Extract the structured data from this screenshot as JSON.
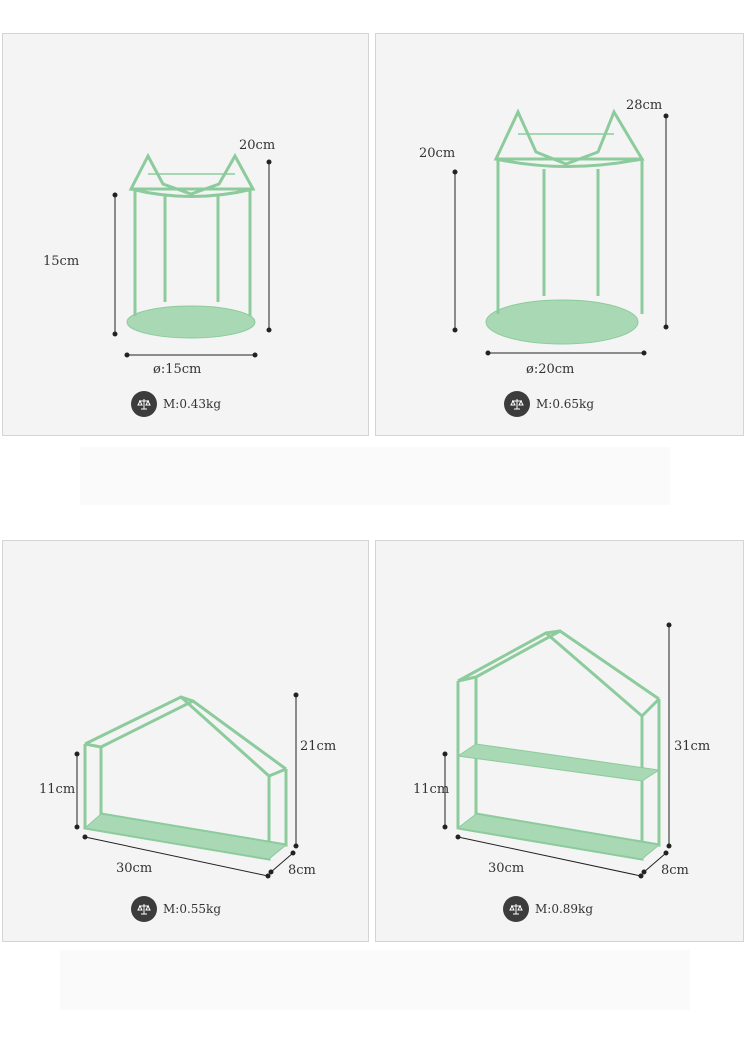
{
  "products": [
    {
      "height": "15cm",
      "total_height": "20cm",
      "diameter": "ø:15cm",
      "weight": "M:0.43kg"
    },
    {
      "height": "20cm",
      "total_height": "28cm",
      "diameter": "ø:20cm",
      "weight": "M:0.65kg"
    },
    {
      "height": "11cm",
      "total_height": "21cm",
      "width": "30cm",
      "depth": "8cm",
      "weight": "M:0.55kg"
    },
    {
      "height": "11cm",
      "total_height": "31cm",
      "width": "30cm",
      "depth": "8cm",
      "weight": "M:0.89kg"
    }
  ],
  "colors": {
    "product": "#a8d9b4",
    "product_stroke": "#8ccb9c",
    "panel": "#f4f4f4",
    "badge": "#3c3c3c",
    "dimension_line": "#222222"
  },
  "icons": {
    "weight": "scale-icon"
  }
}
